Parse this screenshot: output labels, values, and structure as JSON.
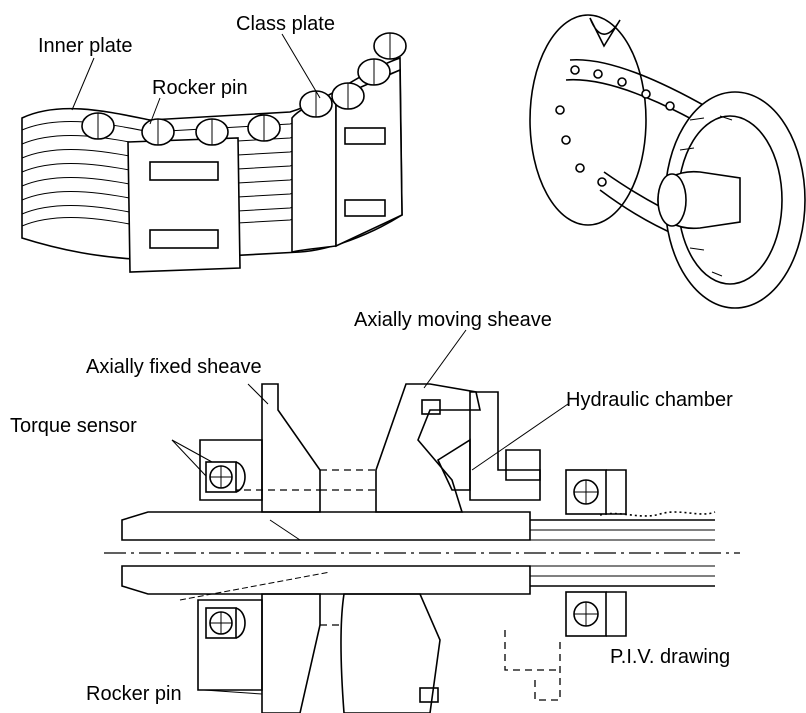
{
  "labels": {
    "inner_plate": "Inner plate",
    "class_plate": "Class plate",
    "rocker_pin_top": "Rocker pin",
    "axially_moving_sheave": "Axially moving sheave",
    "axially_fixed_sheave": "Axially fixed sheave",
    "hydraulic_chamber": "Hydraulic chamber",
    "torque_sensor": "Torque sensor",
    "piv_drawing": "P.I.V. drawing",
    "rocker_pin_bottom": "Rocker pin"
  },
  "colors": {
    "ink": "#000000",
    "background": "#ffffff"
  }
}
